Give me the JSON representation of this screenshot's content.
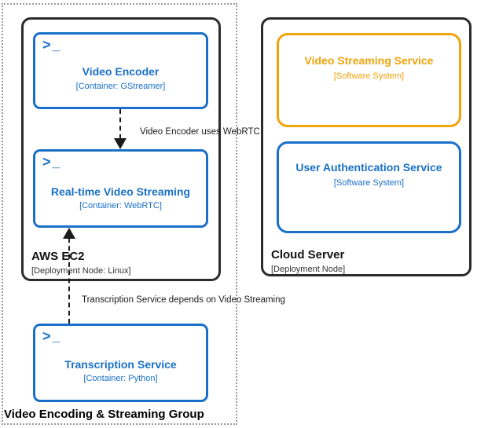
{
  "colors": {
    "container_blue": "#1a70c8",
    "system_orange": "#f0a30b",
    "node_border": "#2b2b2b",
    "group_border": "#9b9b9b",
    "arrow": "#1a1a1a"
  },
  "group": {
    "label": "Video Encoding & Streaming Group"
  },
  "nodes": {
    "aws": {
      "title": "AWS EC2",
      "subtitle": "[Deployment Node: Linux]"
    },
    "cloud": {
      "title": "Cloud Server",
      "subtitle": "[Deployment Node]"
    }
  },
  "containers": {
    "encoder": {
      "icon": ">_",
      "title": "Video Encoder",
      "subtitle": "[Container: GStreamer]"
    },
    "realtime": {
      "icon": ">_",
      "title": "Real-time Video Streaming",
      "subtitle": "[Container: WebRTC]"
    },
    "transcription": {
      "icon": ">_",
      "title": "Transcription Service",
      "subtitle": "[Container: Python]"
    }
  },
  "systems": {
    "streaming": {
      "title": "Video Streaming Service",
      "subtitle": "[Software System]"
    },
    "auth": {
      "title": "User Authentication Service",
      "subtitle": "[Software System]"
    }
  },
  "relationships": {
    "encoder_to_realtime": {
      "label": "Video Encoder uses WebRTC"
    },
    "transcription_to_streaming": {
      "label": "Transcription Service depends on Video Streaming"
    }
  }
}
